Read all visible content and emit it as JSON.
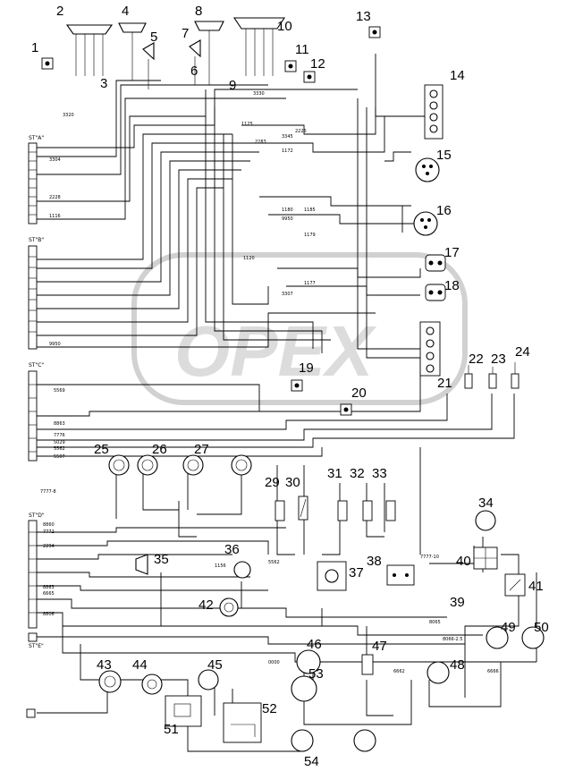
{
  "watermark": "OPEX",
  "component_numbers": [
    "1",
    "2",
    "3",
    "4",
    "5",
    "6",
    "7",
    "8",
    "9",
    "10",
    "11",
    "12",
    "13",
    "14",
    "15",
    "16",
    "17",
    "18",
    "19",
    "20",
    "21",
    "22",
    "23",
    "24",
    "25",
    "26",
    "27",
    "29",
    "30",
    "31",
    "32",
    "33",
    "34",
    "35",
    "36",
    "37",
    "38",
    "39",
    "40",
    "41",
    "42",
    "43",
    "44",
    "45",
    "46",
    "47",
    "48",
    "49",
    "50",
    "51",
    "52",
    "53",
    "54"
  ],
  "connectors": {
    "sta": "ST\"A\"",
    "stb": "ST\"B\"",
    "stc": "ST\"C\"",
    "std": "ST\"D\"",
    "ste": "ST\"E\""
  },
  "wire_labels": {
    "w3320": "3320",
    "w3304": "3304",
    "w2228": "2228",
    "w1116": "1116",
    "w3330": "3330",
    "w1125": "1125",
    "w2226": "2226",
    "w2283": "2283",
    "w1172": "1172",
    "w3345": "3345",
    "w1180": "1180",
    "w1185": "1185",
    "w9950": "9950",
    "w1179": "1179",
    "w1120": "1120",
    "w3307": "3307",
    "w1177": "1177",
    "w9950b": "9950",
    "w5569": "5569",
    "w8863": "8863",
    "w7776": "7776",
    "w5029": "5029",
    "w5562": "5562",
    "w5507": "5507",
    "w7777": "7777-8",
    "w8860": "8860",
    "w7772": "7772",
    "w2294": "2294",
    "w5562b": "5562",
    "w8863b": "8863",
    "w6665": "6665",
    "w8806": "8806",
    "w8065": "8065",
    "w0000": "0000",
    "w8066": "8066-2.5",
    "w6662": "6662",
    "w1156": "1156",
    "w7777b": "7777-10",
    "w6666": "6666"
  }
}
